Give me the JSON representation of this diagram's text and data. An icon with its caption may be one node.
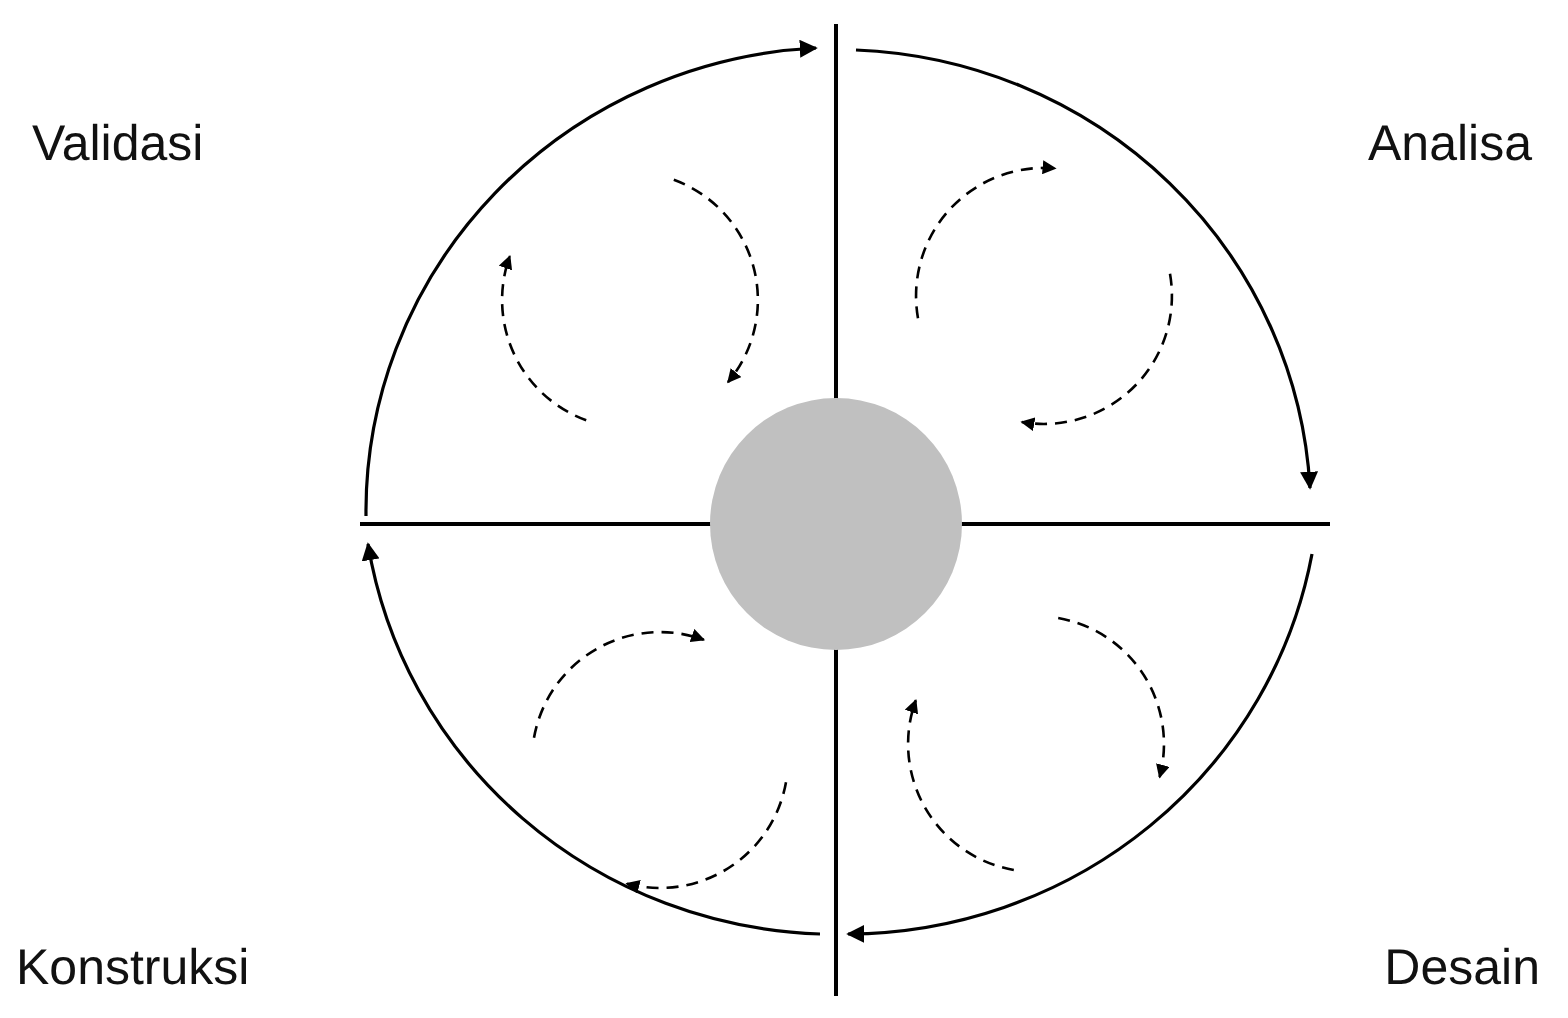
{
  "diagram": {
    "nodes": [
      {
        "text": [],
        "shape": "circle"
      }
    ],
    "labels": [
      "Validasi",
      "Analisa",
      "Konstruksi",
      "Desain"
    ]
  }
}
